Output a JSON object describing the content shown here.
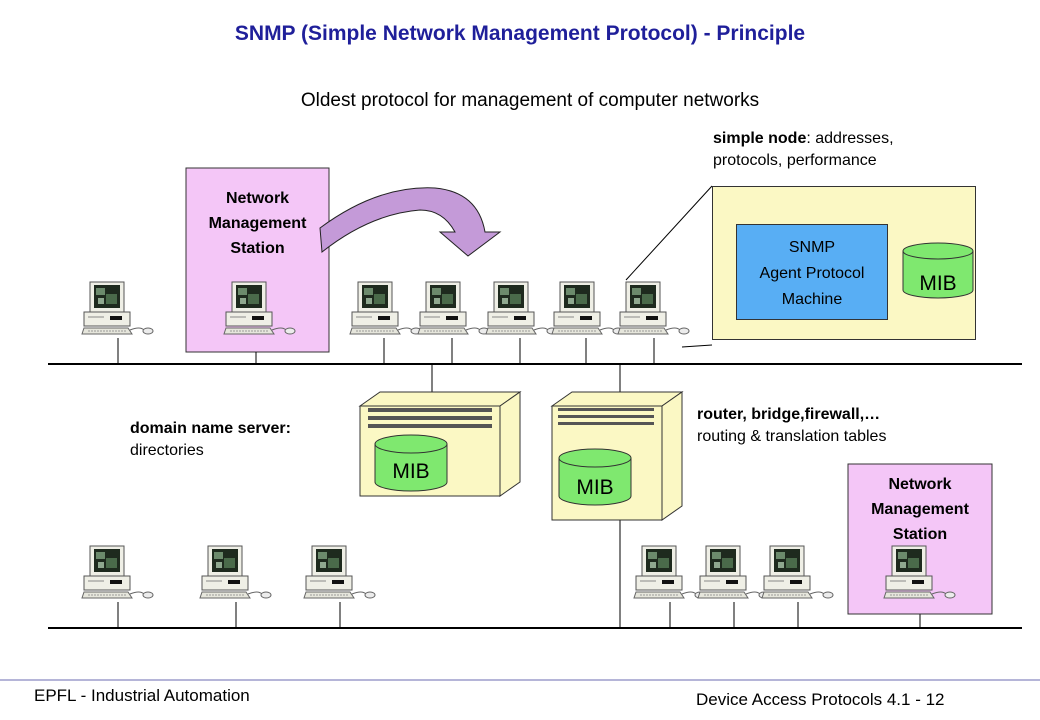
{
  "title": "SNMP (Simple Network Management Protocol) - Principle",
  "subtitle": "Oldest protocol for management of computer networks",
  "nms_top": {
    "line1": "Network",
    "line2": "Management",
    "line3": "Station"
  },
  "nms_bottom": {
    "line1": "Network",
    "line2": "Management",
    "line3": "Station"
  },
  "simple_node": {
    "bold": "simple node",
    "rest": ": addresses,",
    "line2": "protocols, performance"
  },
  "agent": {
    "line1": "SNMP",
    "line2": "Agent Protocol",
    "line3": "Machine"
  },
  "mib_labels": {
    "agent": "MIB",
    "dns": "MIB",
    "router": "MIB"
  },
  "dns": {
    "line1": "domain name server:",
    "line2": "directories"
  },
  "router": {
    "line1": "router, bridge,firewall,…",
    "line2": "routing & translation tables"
  },
  "footer": {
    "left": "EPFL - Industrial Automation",
    "right": "Device Access Protocols 4.1 - 12"
  },
  "colors": {
    "title": "#1f1f9a",
    "nms": "#f4c6f7",
    "panel": "#fbf8c4",
    "agent": "#58aef4",
    "mib": "#7fe86f",
    "arrow": "#c49ad8"
  }
}
